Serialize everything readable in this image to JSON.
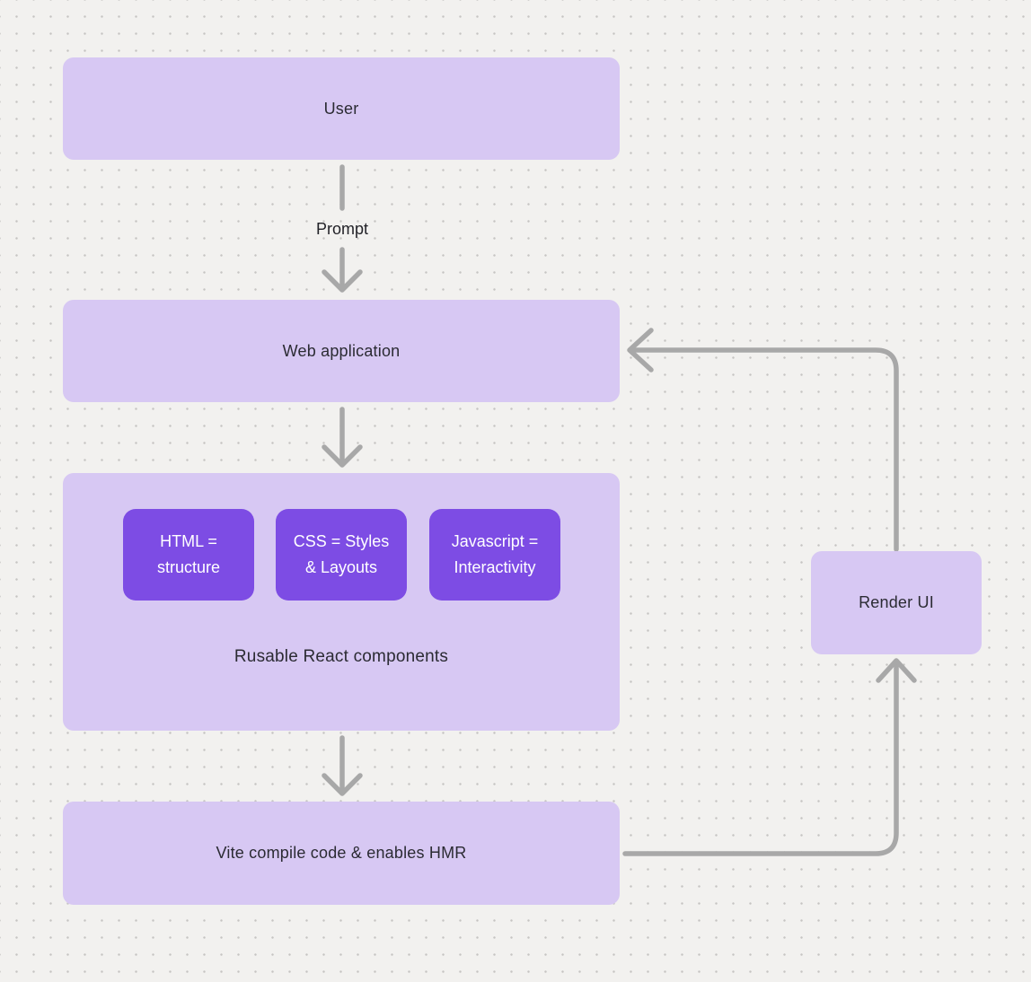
{
  "diagram": {
    "nodes": {
      "user": {
        "label": "User"
      },
      "web_app": {
        "label": "Web application"
      },
      "components": {
        "caption": "Rusable React components",
        "items": [
          {
            "line1": "HTML =",
            "line2": "structure"
          },
          {
            "line1": "CSS = Styles",
            "line2": "& Layouts"
          },
          {
            "line1": "Javascript =",
            "line2": "Interactivity"
          }
        ]
      },
      "vite": {
        "label": "Vite compile code & enables HMR"
      },
      "render_ui": {
        "label": "Render UI"
      }
    },
    "edges": {
      "prompt_label": "Prompt"
    },
    "colors": {
      "background": "#f2f1ef",
      "dot_grid": "#c6c4c2",
      "node_fill": "#d7c8f3",
      "inner_node_fill": "#7d4ce4",
      "inner_node_text": "#ffffff",
      "node_text": "#2b2b33",
      "connector": "#a8a8a8"
    }
  }
}
